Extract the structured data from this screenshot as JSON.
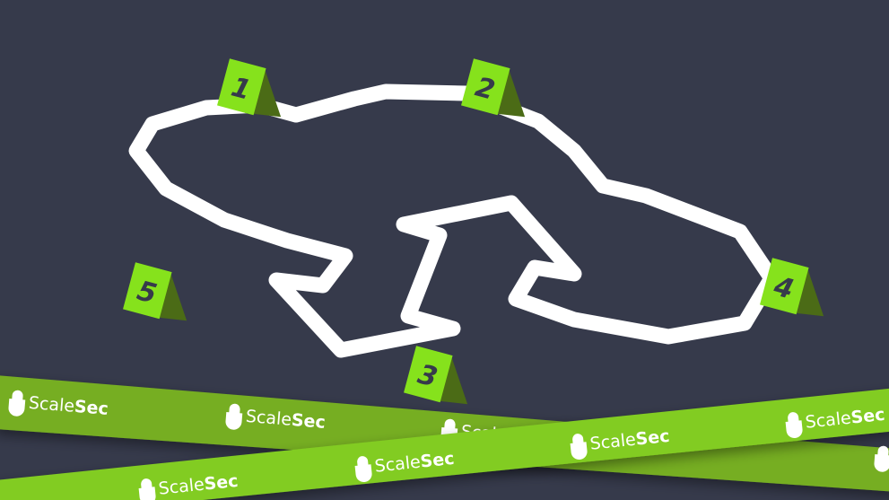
{
  "brand": {
    "name_light": "Scale",
    "name_bold": "Sec"
  },
  "markers": [
    {
      "label": "1"
    },
    {
      "label": "2"
    },
    {
      "label": "3"
    },
    {
      "label": "4"
    },
    {
      "label": "5"
    }
  ],
  "colors": {
    "background": "#363a4b",
    "marker": "#86e21c",
    "marker_shade": "#4b6b16",
    "tape_back": "#76ae22",
    "tape_front": "#82cc24",
    "outline": "#ffffff"
  }
}
